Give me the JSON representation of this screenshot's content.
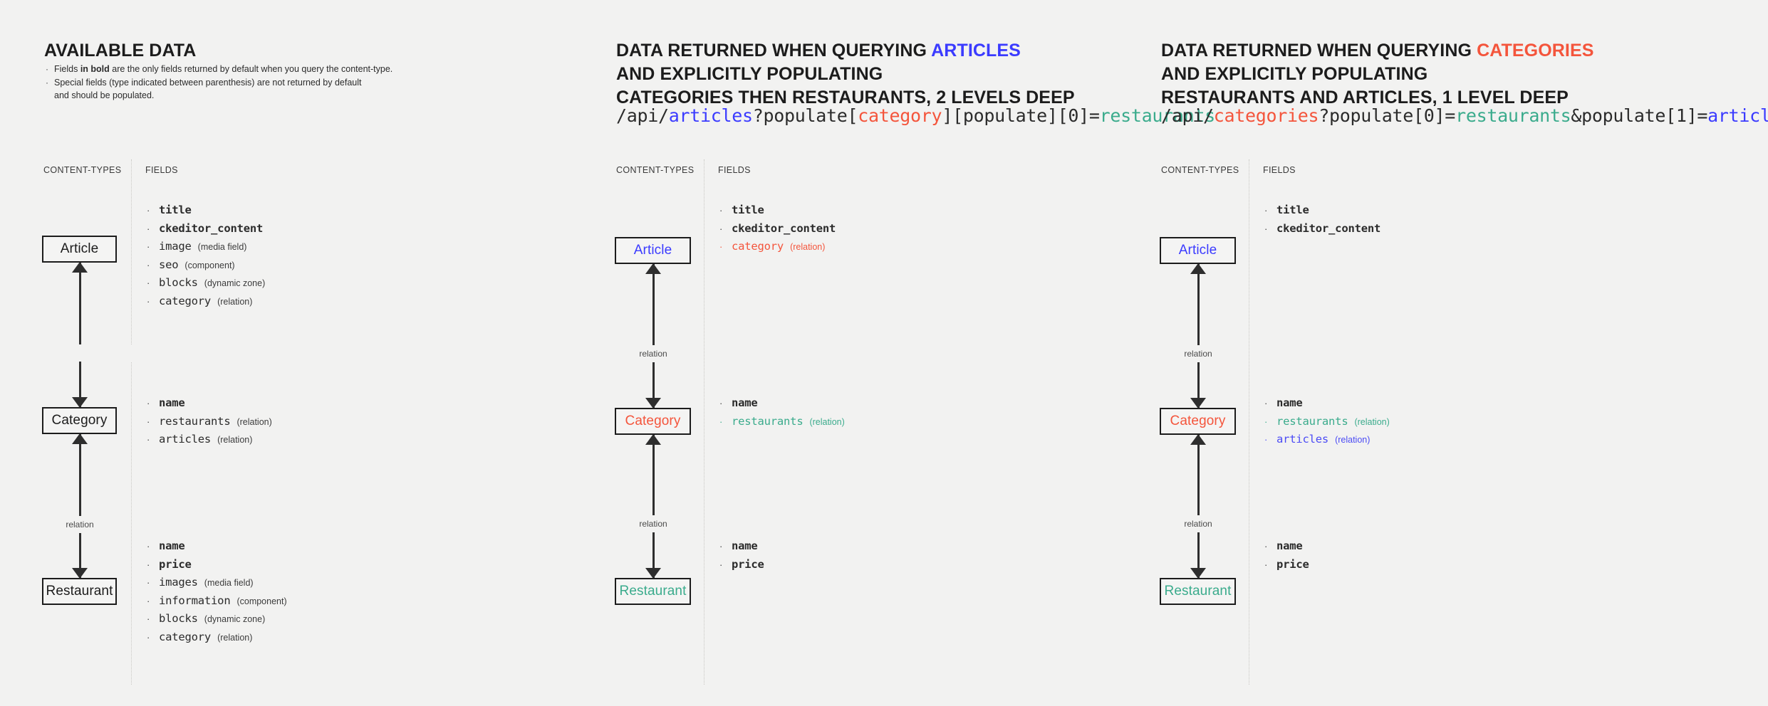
{
  "panels": [
    {
      "id": "available-data",
      "heading": {
        "plain": "AVAILABLE DATA"
      },
      "notes": [
        {
          "pre": "Fields ",
          "bold": "in bold",
          "post": " are the only fields returned by default when you query the content-type."
        },
        {
          "pre": "Special fields (type indicated between parenthesis) are not returned by default",
          "bold": "",
          "post": ""
        },
        {
          "pre": "and should be populated.",
          "bold": "",
          "post": "",
          "continuation": true
        }
      ],
      "captions": {
        "content_types": "CONTENT-TYPES",
        "fields": "FIELDS"
      },
      "boxes": [
        {
          "label": "Article",
          "color": "default"
        },
        {
          "label": "Category",
          "color": "default"
        },
        {
          "label": "Restaurant",
          "color": "default"
        }
      ],
      "relation_labels": [
        "relation",
        "relation"
      ],
      "field_groups": [
        {
          "owner": "Article",
          "fields": [
            {
              "name": "title",
              "type": "",
              "bold": true,
              "color": "default"
            },
            {
              "name": "ckeditor_content",
              "type": "",
              "bold": true,
              "color": "default"
            },
            {
              "name": "image",
              "type": "(media field)",
              "bold": false,
              "color": "default"
            },
            {
              "name": "seo",
              "type": "(component)",
              "bold": false,
              "color": "default"
            },
            {
              "name": "blocks",
              "type": "(dynamic zone)",
              "bold": false,
              "color": "default"
            },
            {
              "name": "category",
              "type": "(relation)",
              "bold": false,
              "color": "default"
            }
          ]
        },
        {
          "owner": "Category",
          "fields": [
            {
              "name": "name",
              "type": "",
              "bold": true,
              "color": "default"
            },
            {
              "name": "restaurants",
              "type": "(relation)",
              "bold": false,
              "color": "default"
            },
            {
              "name": "articles",
              "type": "(relation)",
              "bold": false,
              "color": "default"
            }
          ]
        },
        {
          "owner": "Restaurant",
          "fields": [
            {
              "name": "name",
              "type": "",
              "bold": true,
              "color": "default"
            },
            {
              "name": "price",
              "type": "",
              "bold": true,
              "color": "default"
            },
            {
              "name": "images",
              "type": "(media field)",
              "bold": false,
              "color": "default"
            },
            {
              "name": "information",
              "type": "(component)",
              "bold": false,
              "color": "default"
            },
            {
              "name": "blocks",
              "type": "(dynamic zone)",
              "bold": false,
              "color": "default"
            },
            {
              "name": "category",
              "type": "(relation)",
              "bold": false,
              "color": "default"
            }
          ]
        }
      ]
    },
    {
      "id": "query-articles",
      "heading": {
        "line1_pre": "DATA RETURNED WHEN QUERYING ",
        "line1_accent": "ARTICLES",
        "line1_accent_color": "blue",
        "line2": "AND EXPLICITLY POPULATING",
        "line3": "CATEGORIES THEN RESTAURANTS, 2 LEVELS DEEP"
      },
      "api_url": [
        {
          "text": "/api/",
          "color": "default"
        },
        {
          "text": "articles",
          "color": "blue"
        },
        {
          "text": "?populate[",
          "color": "default"
        },
        {
          "text": "category",
          "color": "red"
        },
        {
          "text": "][populate][0]=",
          "color": "default"
        },
        {
          "text": "restaurants",
          "color": "teal"
        }
      ],
      "captions": {
        "content_types": "CONTENT-TYPES",
        "fields": "FIELDS"
      },
      "boxes": [
        {
          "label": "Article",
          "color": "blue"
        },
        {
          "label": "Category",
          "color": "red"
        },
        {
          "label": "Restaurant",
          "color": "teal"
        }
      ],
      "relation_labels": [
        "relation",
        "relation"
      ],
      "field_groups": [
        {
          "owner": "Article",
          "fields": [
            {
              "name": "title",
              "type": "",
              "bold": true,
              "color": "default"
            },
            {
              "name": "ckeditor_content",
              "type": "",
              "bold": true,
              "color": "default"
            },
            {
              "name": "category",
              "type": "(relation)",
              "bold": false,
              "color": "red"
            }
          ]
        },
        {
          "owner": "Category",
          "fields": [
            {
              "name": "name",
              "type": "",
              "bold": true,
              "color": "default"
            },
            {
              "name": "restaurants",
              "type": "(relation)",
              "bold": false,
              "color": "teal"
            }
          ]
        },
        {
          "owner": "Restaurant",
          "fields": [
            {
              "name": "name",
              "type": "",
              "bold": true,
              "color": "default"
            },
            {
              "name": "price",
              "type": "",
              "bold": true,
              "color": "default"
            }
          ]
        }
      ]
    },
    {
      "id": "query-categories",
      "heading": {
        "line1_pre": "DATA RETURNED WHEN QUERYING ",
        "line1_accent": "CATEGORIES",
        "line1_accent_color": "red",
        "line2": "AND EXPLICITLY POPULATING",
        "line3": "RESTAURANTS AND ARTICLES, 1 LEVEL DEEP"
      },
      "api_url": [
        {
          "text": "/api/",
          "color": "default"
        },
        {
          "text": "categories",
          "color": "red"
        },
        {
          "text": "?populate[0]=",
          "color": "default"
        },
        {
          "text": "restaurants",
          "color": "teal"
        },
        {
          "text": "&populate[1]=",
          "color": "default"
        },
        {
          "text": "articles",
          "color": "blue"
        }
      ],
      "captions": {
        "content_types": "CONTENT-TYPES",
        "fields": "FIELDS"
      },
      "boxes": [
        {
          "label": "Article",
          "color": "blue"
        },
        {
          "label": "Category",
          "color": "red"
        },
        {
          "label": "Restaurant",
          "color": "teal"
        }
      ],
      "relation_labels": [
        "relation",
        "relation"
      ],
      "field_groups": [
        {
          "owner": "Article",
          "fields": [
            {
              "name": "title",
              "type": "",
              "bold": true,
              "color": "default"
            },
            {
              "name": "ckeditor_content",
              "type": "",
              "bold": true,
              "color": "default"
            }
          ]
        },
        {
          "owner": "Category",
          "fields": [
            {
              "name": "name",
              "type": "",
              "bold": true,
              "color": "default"
            },
            {
              "name": "restaurants",
              "type": "(relation)",
              "bold": false,
              "color": "teal"
            },
            {
              "name": "articles",
              "type": "(relation)",
              "bold": false,
              "color": "blue"
            }
          ]
        },
        {
          "owner": "Restaurant",
          "fields": [
            {
              "name": "name",
              "type": "",
              "bold": true,
              "color": "default"
            },
            {
              "name": "price",
              "type": "",
              "bold": true,
              "color": "default"
            }
          ]
        }
      ]
    }
  ],
  "colors": {
    "background": "#f2f2f1",
    "text": "#1c1c1c",
    "blue": "#3b3bff",
    "red": "#f4553c",
    "teal": "#3aab8c",
    "divider": "#c9c8c4"
  },
  "bullet_glyph": "·"
}
